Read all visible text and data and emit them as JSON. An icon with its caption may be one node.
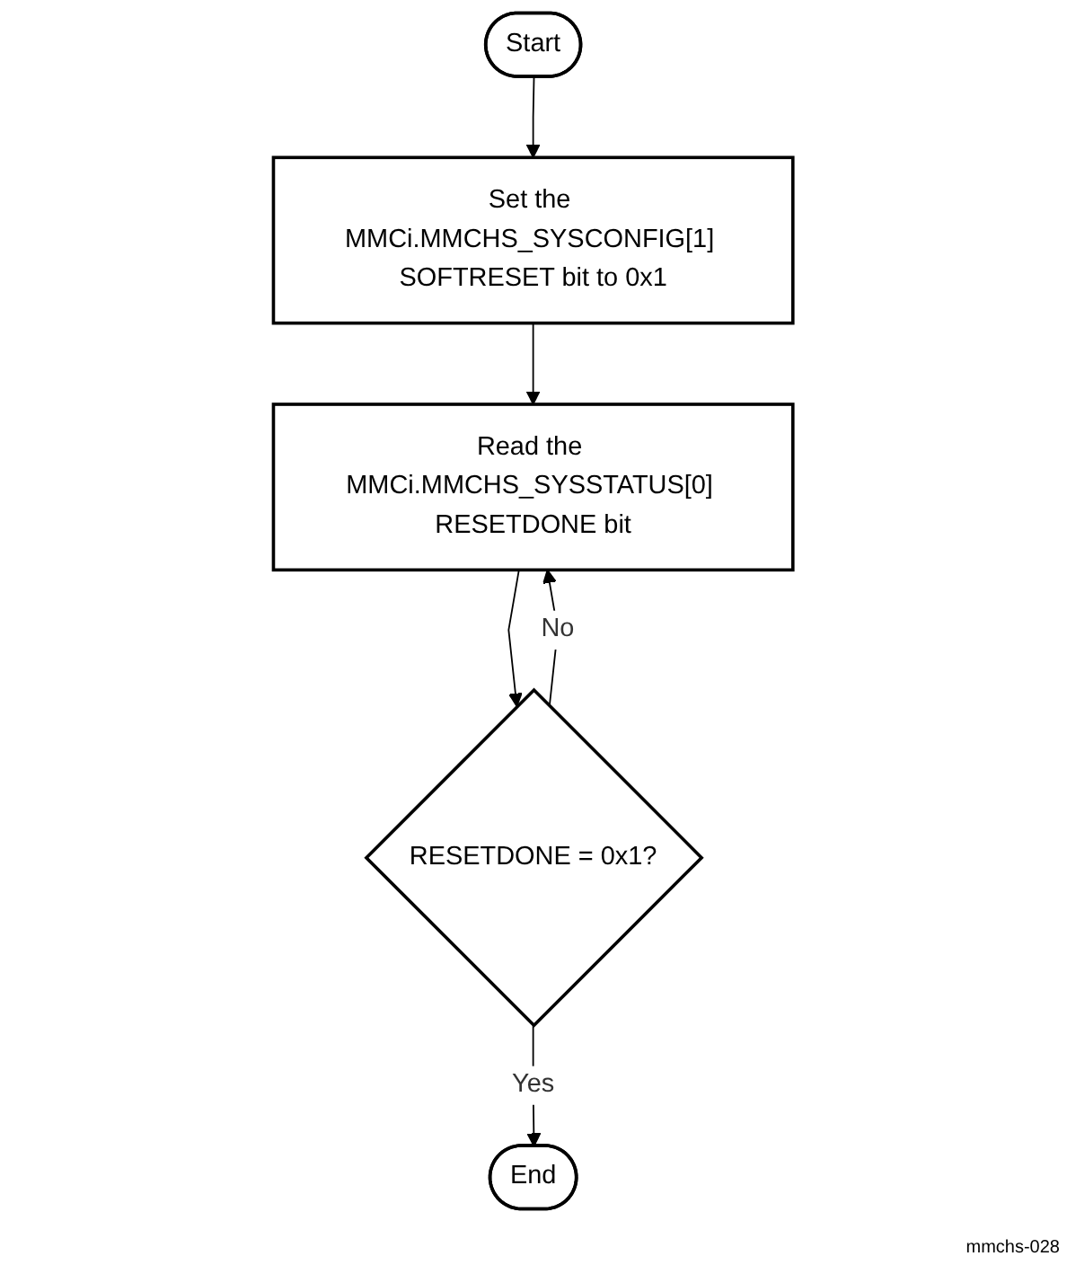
{
  "diagram": {
    "nodes": [
      {
        "text": [
          "Start"
        ]
      },
      {
        "text": [
          "Set the MMCi.MMCHS_SYSCONFIG[1] SOFTRESET bit to 0x1"
        ]
      },
      {
        "text": [
          "Read the MMCi.MMCHS_SYSSTATUS[0] RESETDONE bit"
        ]
      },
      {
        "text": [
          "RESETDONE = 0x1?"
        ]
      },
      {
        "text": [
          "End"
        ]
      }
    ],
    "edges": [
      {
        "from": 0,
        "to": 1,
        "arrow": "to"
      },
      {
        "from": 1,
        "to": 2,
        "arrow": "to"
      },
      {
        "from": 2,
        "to": 3,
        "arrow": "to"
      },
      {
        "from": 3,
        "to": 2,
        "label": "No",
        "arrow": "to"
      },
      {
        "from": 3,
        "to": 4,
        "label": "Yes",
        "arrow": "to"
      }
    ],
    "labels": [
      "mmchs-028"
    ]
  }
}
